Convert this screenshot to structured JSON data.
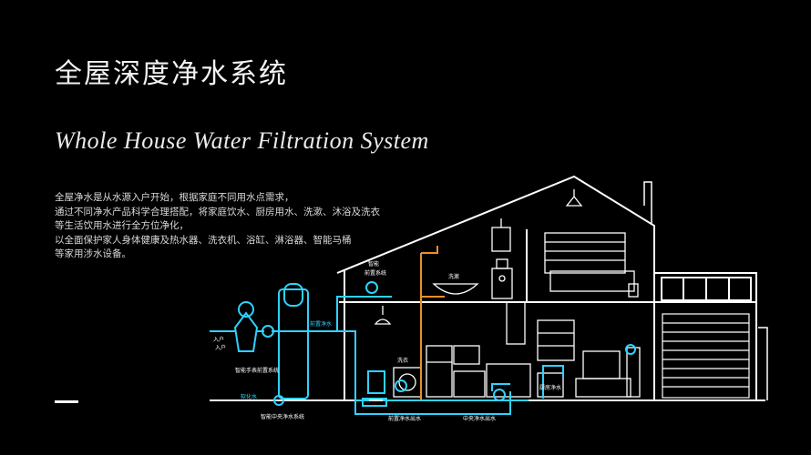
{
  "slide": {
    "title_cn": "全屋深度净水系统",
    "title_en": "Whole House Water Filtration System",
    "description_lines": [
      "全屋净水是从水源入户开始，根据家庭不同用水点需求，",
      "通过不同净水产品科学合理搭配，将家庭饮水、厨房用水、洗漱、沐浴及洗衣",
      "等生活饮用水进行全方位净化，",
      "以全面保护家人身体健康及热水器、洗衣机、浴缸、淋浴器、智能马桶",
      "等家用涉水设备。"
    ]
  },
  "diagram": {
    "labels": {
      "inlet": "入户",
      "inlet2": "入户",
      "prefilter_label": "智能手表前置系统",
      "central_label": "智能中央净水系统",
      "softener_label": "软化水",
      "smart_faucet": "智能",
      "smart_faucet2": "前置系统",
      "pipe_label": "前置净水",
      "bath_label": "洗漱",
      "kitchen_label": "厨房净水",
      "bottom_label1": "中央净水出水",
      "bottom_label2": "前置净水出水",
      "laundry_label": "洗衣"
    },
    "colors": {
      "line": "#ffffff",
      "cyan": "#2fd2ff",
      "orange": "#e8902a",
      "background": "#000000"
    }
  }
}
